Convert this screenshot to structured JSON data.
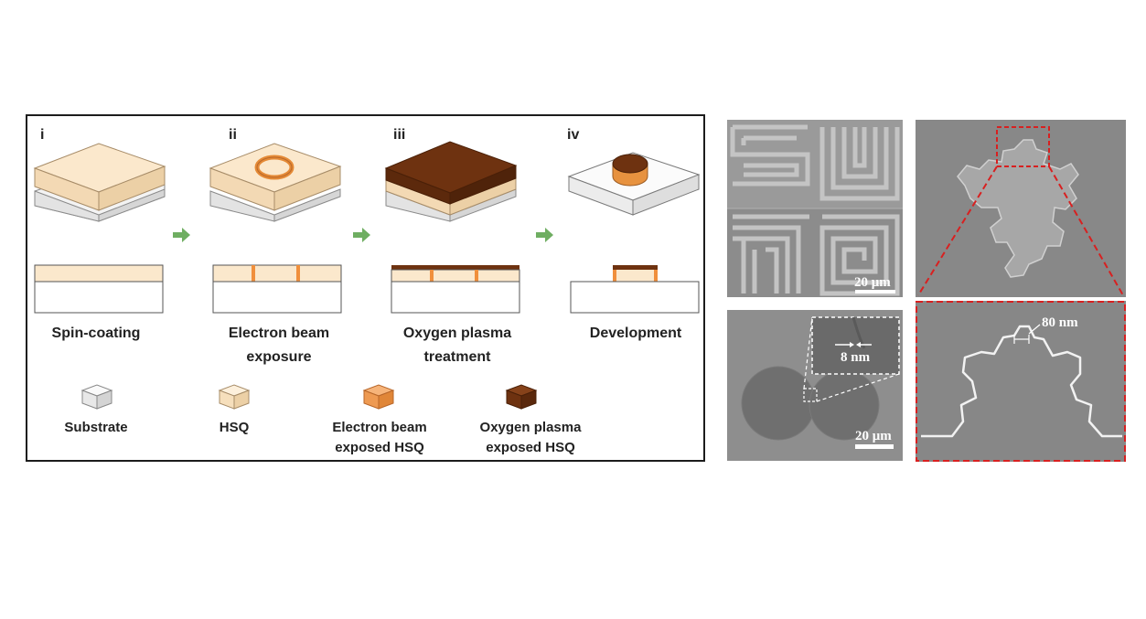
{
  "schematic": {
    "steps": [
      {
        "numeral": "i",
        "label_lines": [
          "Spin-coating"
        ]
      },
      {
        "numeral": "ii",
        "label_lines": [
          "Electron beam",
          "exposure"
        ]
      },
      {
        "numeral": "iii",
        "label_lines": [
          "Oxygen plasma",
          "treatment"
        ]
      },
      {
        "numeral": "iv",
        "label_lines": [
          "Development"
        ]
      }
    ],
    "legend": [
      {
        "label_lines": [
          "Substrate"
        ],
        "color": "#f0f0f0"
      },
      {
        "label_lines": [
          "HSQ"
        ],
        "color": "#f8e4c6"
      },
      {
        "label_lines": [
          "Electron beam",
          "exposed HSQ"
        ],
        "color": "#f0a05a"
      },
      {
        "label_lines": [
          "Oxygen plasma",
          "exposed HSQ"
        ],
        "color": "#7a3a10"
      }
    ],
    "colors": {
      "substrate": "#f4f4f4",
      "hsq": "#fbe8cc",
      "ebeam": "#f08f3c",
      "plasma": "#6e3210",
      "arrow": "#6fae62"
    }
  },
  "sem": {
    "top_left_scale": "20 μm",
    "bottom_left_scale": "20 μm",
    "bottom_left_gap": "8 nm",
    "bottom_right_width": "80 nm",
    "highlight_color": "#d82020"
  }
}
